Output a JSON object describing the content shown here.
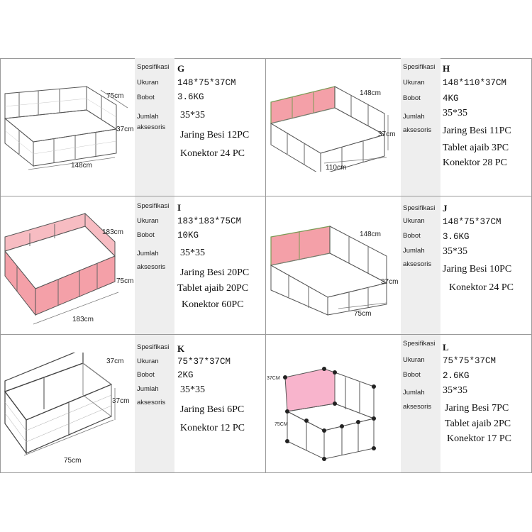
{
  "labels": {
    "spesifikasi": "Spesifikasi",
    "ukuran": "Ukuran",
    "bobot": "Bobot",
    "jumlah": "Jumlah",
    "aksesoris": "aksesoris"
  },
  "products": [
    {
      "code": "G",
      "size": "148*75*37CM",
      "weight": "3.6KG",
      "grid": "35*35",
      "lines": [
        "Jaring Besi 12PC",
        "Konektor 24 PC"
      ],
      "dims": {
        "a": "75cm",
        "b": "37cm",
        "c": "148cm"
      },
      "panel_color": "none"
    },
    {
      "code": "H",
      "size": "148*110*37CM",
      "weight": "4KG",
      "grid": "35*35",
      "lines": [
        "Jaring Besi 11PC",
        "Tablet ajaib 3PC",
        "Konektor 28 PC"
      ],
      "dims": {
        "a": "148cm",
        "b": "37cm",
        "c": "110cm"
      },
      "panel_color": "#f4a0a8"
    },
    {
      "code": "I",
      "size": "183*183*75CM",
      "weight": "10KG",
      "grid": "35*35",
      "lines": [
        "Jaring Besi 20PC",
        "Tablet ajaib 20PC",
        "Konektor 60PC"
      ],
      "dims": {
        "a": "183cm",
        "b": "75cm",
        "c": "183cm"
      },
      "panel_color": "#f4a0a8"
    },
    {
      "code": "J",
      "size": "148*75*37CM",
      "weight": "3.6KG",
      "grid": "35*35",
      "lines": [
        "Jaring Besi 10PC",
        "Konektor 24 PC"
      ],
      "dims": {
        "a": "148cm",
        "b": "37cm",
        "c": "75cm"
      },
      "panel_color": "#f4a0a8"
    },
    {
      "code": "K",
      "size": "75*37*37CM",
      "weight": "2KG",
      "grid": "35*35",
      "lines": [
        "Jaring Besi 6PC",
        "Konektor 12 PC"
      ],
      "dims": {
        "a": "37cm",
        "b": "37cm",
        "c": "75cm"
      },
      "panel_color": "none"
    },
    {
      "code": "L",
      "size": "75*75*37CM",
      "weight": "2.6KG",
      "grid": "35*35",
      "lines": [
        "Jaring Besi 7PC",
        "Tablet ajaib 2PC",
        "Konektor 17 PC"
      ],
      "dims": {
        "a": "37CM",
        "b": "75CM",
        "c": ""
      },
      "panel_color": "#f8b4cc"
    }
  ]
}
